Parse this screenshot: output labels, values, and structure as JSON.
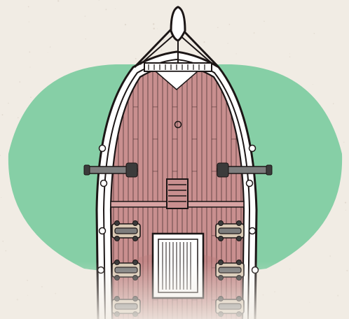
{
  "scene": {
    "subject": "ship-deck-top-view",
    "colors": {
      "paper": "#f1ece4",
      "paper_speck": "#d8cfc3",
      "deck": "#c98f8f",
      "deck_shade": "#b87878",
      "plank_line": "#3a2626",
      "hull_outline": "#1c1616",
      "hull_rail": "#ffffff",
      "zone_green": "#86cfa6",
      "metal": "#7d7d7d",
      "metal_dark": "#3b3b3b",
      "carriage": "#d9c9b4"
    },
    "icons": [
      "bowsprit",
      "figurehead",
      "deck-planks",
      "cannon",
      "hatch-grate",
      "ladder",
      "mast-base"
    ]
  }
}
